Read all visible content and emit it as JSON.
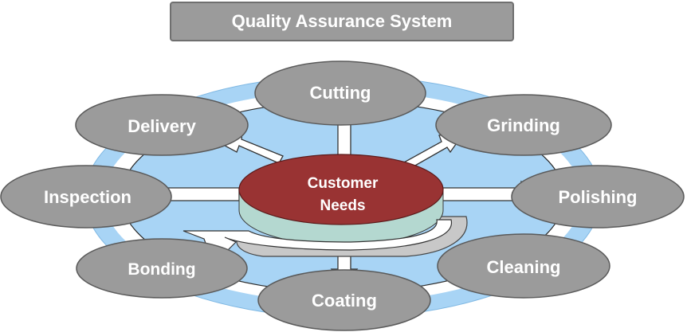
{
  "title": "Quality Assurance System",
  "center": {
    "line1": "Customer",
    "line2": "Needs"
  },
  "processes": {
    "cutting": "Cutting",
    "grinding": "Grinding",
    "polishing": "Polishing",
    "cleaning": "Cleaning",
    "coating": "Coating",
    "bonding": "Bonding",
    "inspection": "Inspection",
    "delivery": "Delivery"
  },
  "colors": {
    "node_fill": "#9b9b9b",
    "node_stroke": "#5a5a5a",
    "outer_ring": "#a8d4f5",
    "inner_disc": "#a8d4f5",
    "center_fill": "#993333",
    "center_side": "#b4d8d0"
  }
}
